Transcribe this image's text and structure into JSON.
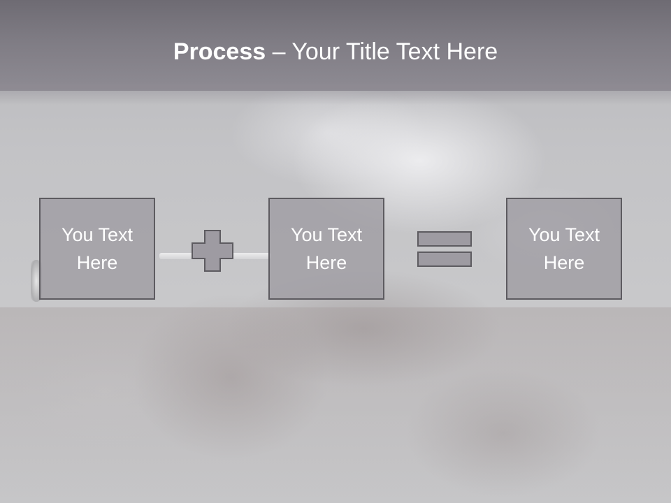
{
  "title": {
    "bold": "Process",
    "rest": " – Your Title Text Here"
  },
  "steps": [
    {
      "text": "You Text Here"
    },
    {
      "text": "You Text Here"
    },
    {
      "text": "You Text Here"
    }
  ],
  "operators": {
    "first": "plus-icon",
    "second": "equals-icon"
  },
  "colors": {
    "header": "#7f7c84",
    "box_fill": "#9e9ba2",
    "box_border": "#5d5b60",
    "text": "#ffffff"
  }
}
